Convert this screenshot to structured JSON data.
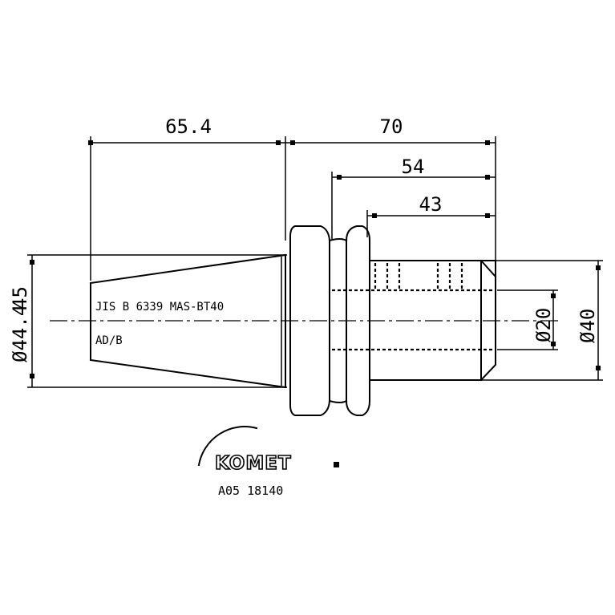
{
  "dimensions": {
    "d1": "65.4",
    "d2": "70",
    "d3": "54",
    "d4": "43",
    "dia_left_a": "Ø44.4",
    "dia_left_b": "45",
    "dia_right_a": "Ø20",
    "dia_right_b": "Ø40"
  },
  "markings": {
    "standard": "JIS B 6339 MAS-BT40",
    "code": "AD/B"
  },
  "logo": {
    "brand": "KOMET"
  },
  "article": {
    "number": "A05 18140"
  }
}
